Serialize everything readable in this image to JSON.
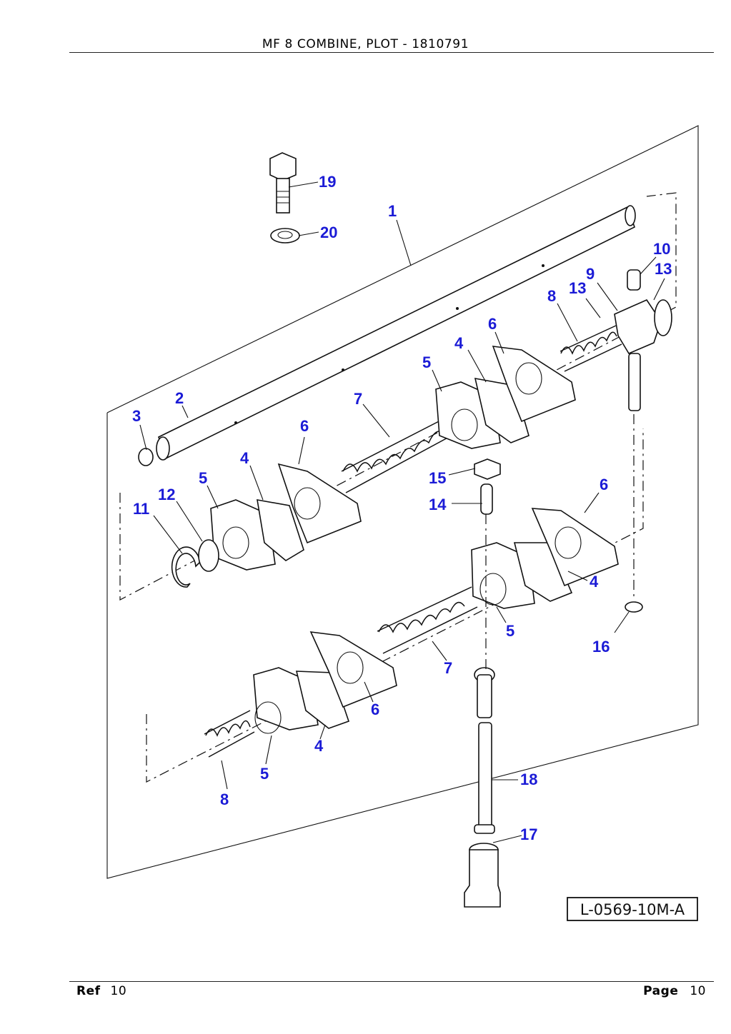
{
  "header": {
    "title": "MF 8 COMBINE, PLOT - 1810791"
  },
  "footer": {
    "ref_label": "Ref",
    "ref_value": "10",
    "page_label": "Page",
    "page_value": "10"
  },
  "diagram": {
    "reference_code": "L-0569-10M-A",
    "callouts": [
      "19",
      "20",
      "1",
      "10",
      "13",
      "9",
      "13",
      "8",
      "6",
      "4",
      "5",
      "7",
      "2",
      "3",
      "6",
      "4",
      "5",
      "12",
      "11",
      "15",
      "14",
      "6",
      "4",
      "5",
      "16",
      "7",
      "6",
      "4",
      "5",
      "8",
      "18",
      "17"
    ],
    "accent_color": "#1b1bd6"
  }
}
